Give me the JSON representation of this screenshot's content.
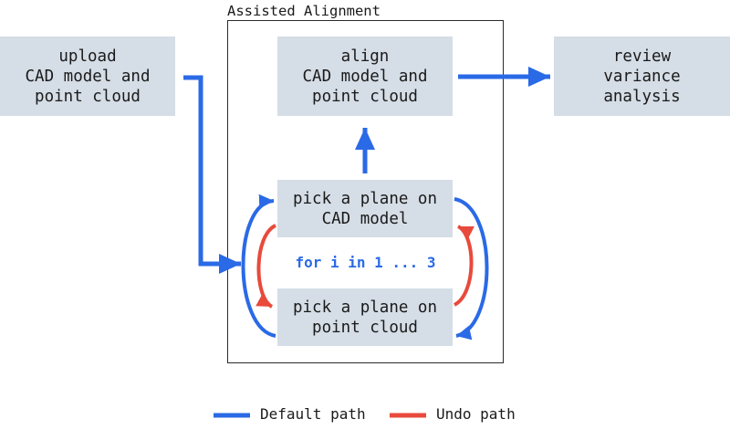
{
  "group": {
    "title": "Assisted Alignment"
  },
  "nodes": {
    "upload": {
      "lines": [
        "upload",
        "CAD model and",
        "point cloud"
      ]
    },
    "align": {
      "lines": [
        "align",
        "CAD model and",
        "point cloud"
      ]
    },
    "review": {
      "lines": [
        "review",
        "variance",
        "analysis"
      ]
    },
    "pick_cad": {
      "lines": [
        "pick a plane on",
        "CAD model"
      ]
    },
    "pick_cloud": {
      "lines": [
        "pick a plane on",
        "point cloud"
      ]
    }
  },
  "loop_label": "for i in 1 ... 3",
  "legend": {
    "default": {
      "label": "Default path",
      "color": "#2a6ae6"
    },
    "undo": {
      "label": "Undo path",
      "color": "#e84a3b"
    }
  }
}
